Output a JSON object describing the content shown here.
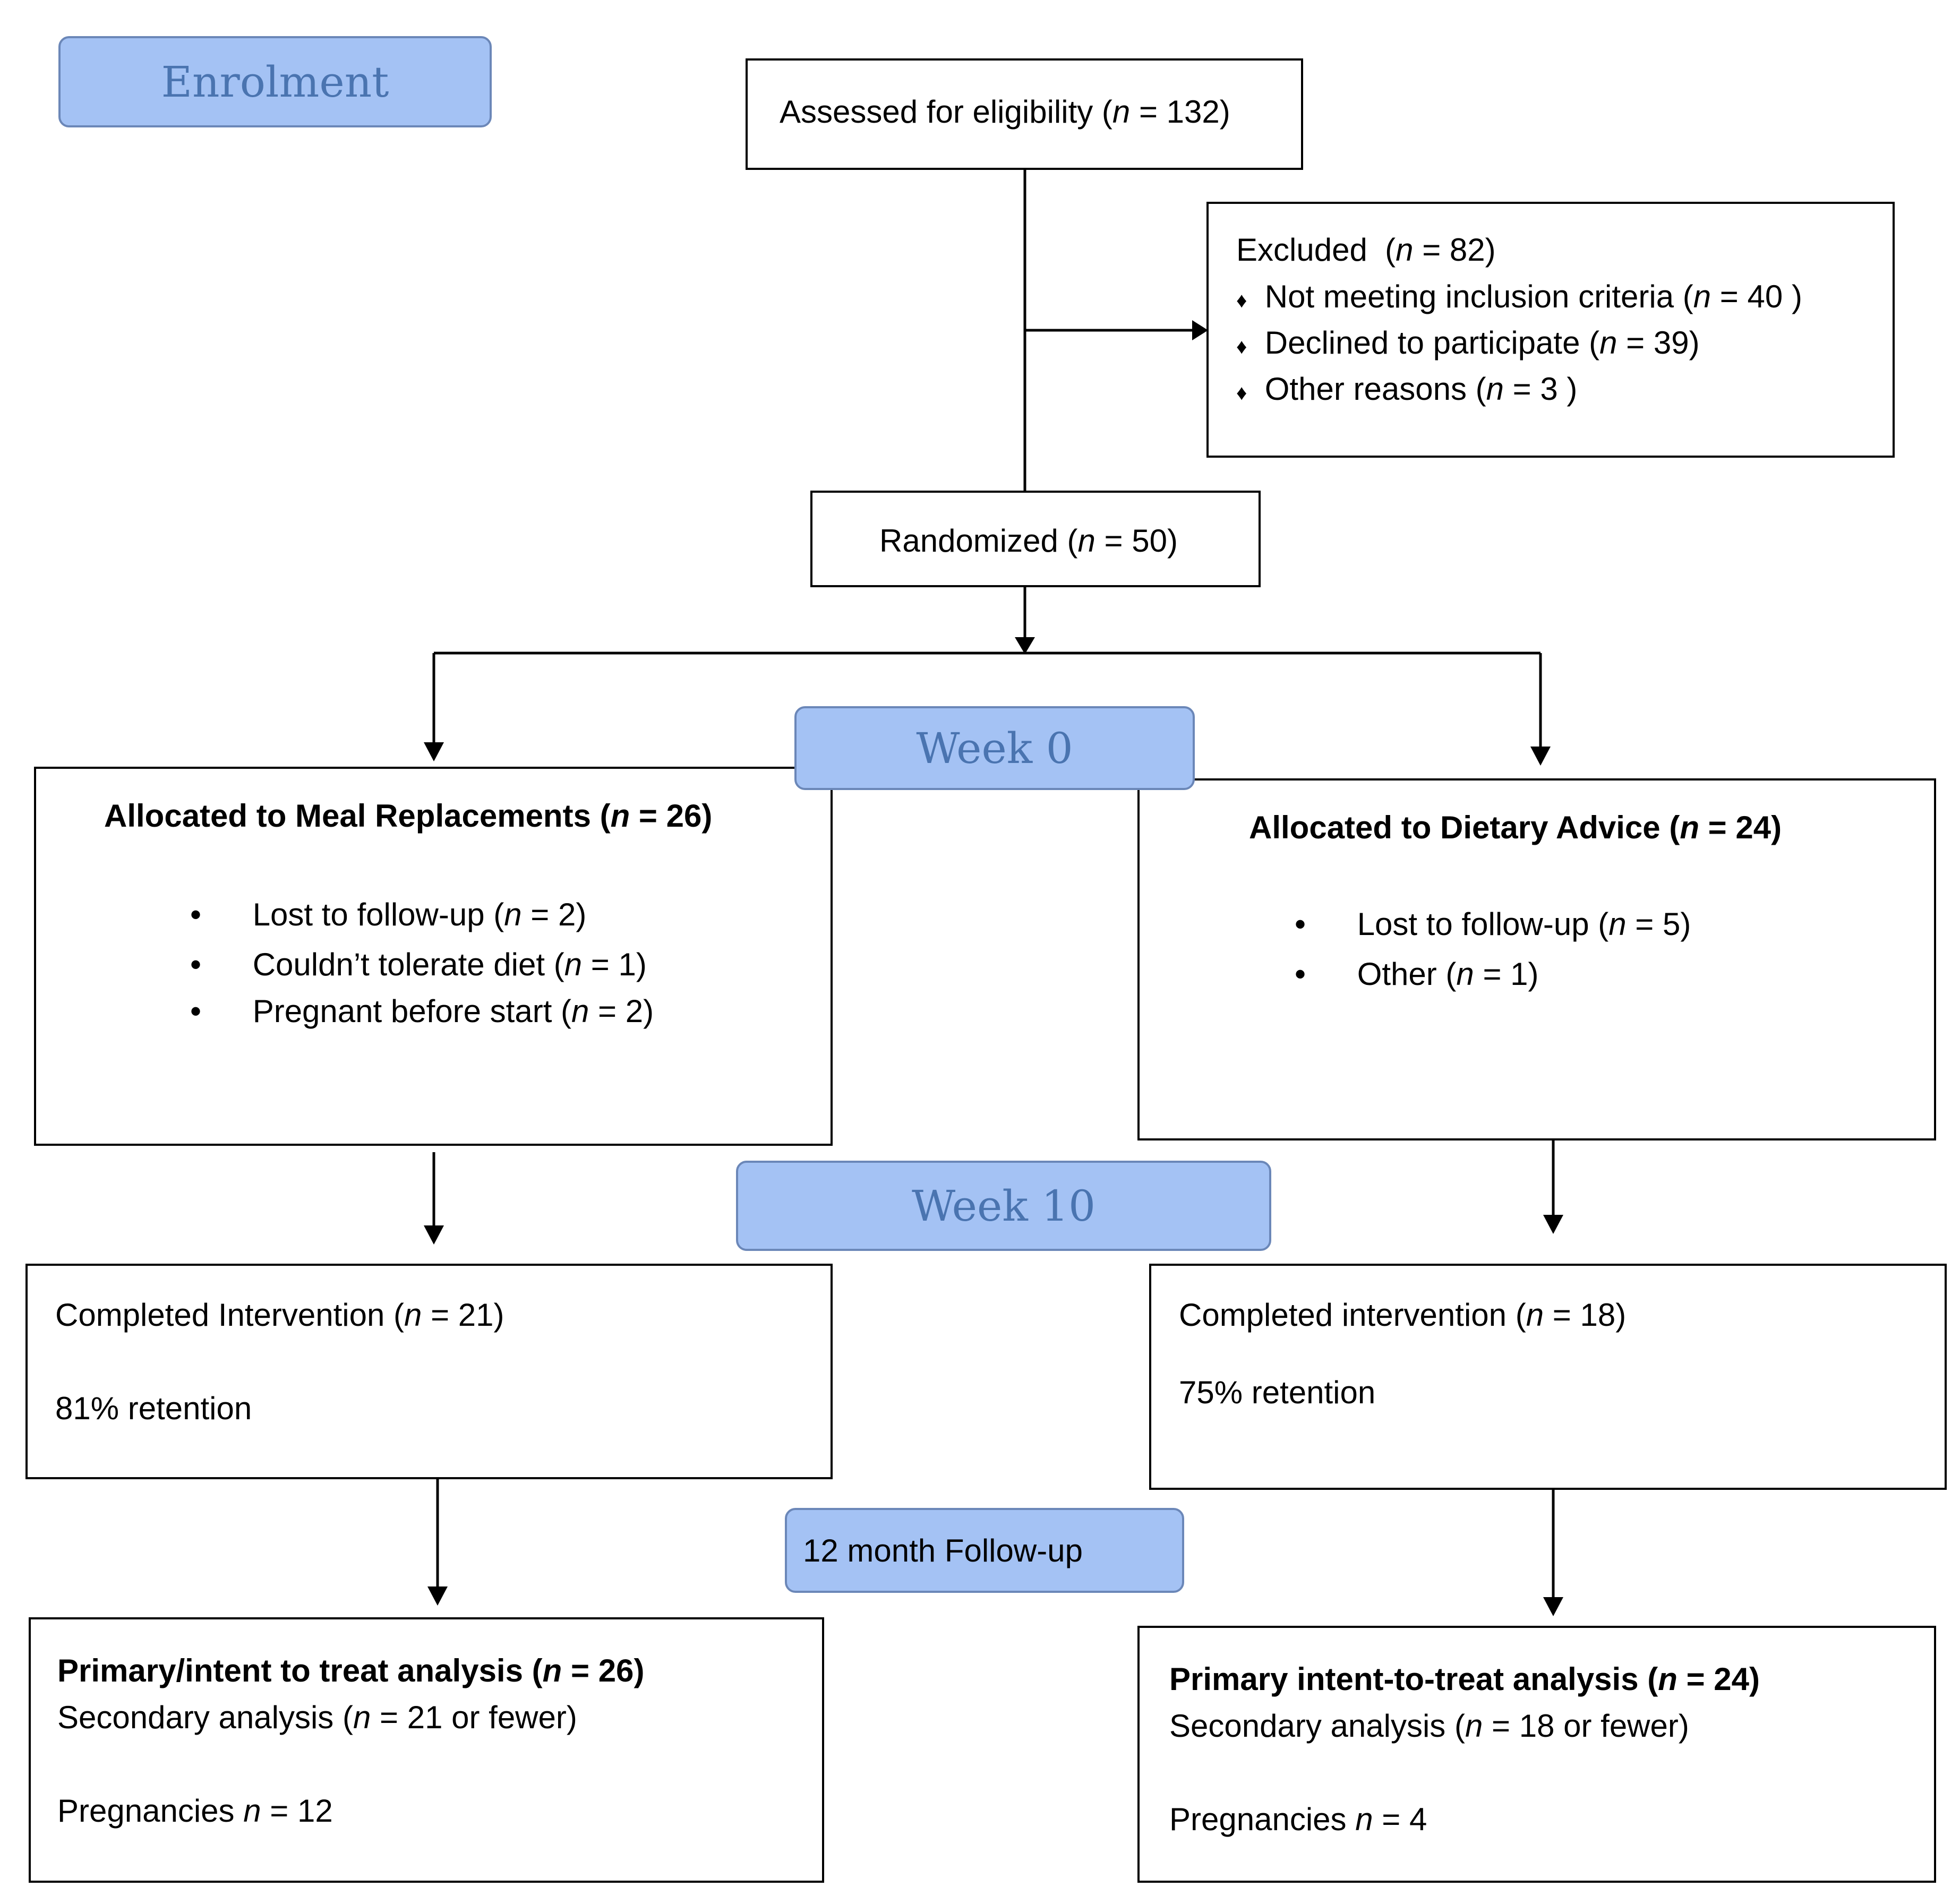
{
  "stages": {
    "enrolment": "Enrolment",
    "week0": "Week 0",
    "week10": "Week 10",
    "followup": "12 month Follow-up"
  },
  "assessed": {
    "text": "Assessed for eligibility",
    "n": "132"
  },
  "excluded": {
    "title": "Excluded",
    "n": "82",
    "items": [
      {
        "text": "Not meeting inclusion criteria",
        "n": "40"
      },
      {
        "text": "Declined to participate",
        "n": "39"
      },
      {
        "text": "Other reasons",
        "n": "3"
      }
    ]
  },
  "randomized": {
    "text": "Randomized",
    "n": "50"
  },
  "meal": {
    "title": "Allocated to Meal Replacements",
    "n": "26",
    "items": [
      {
        "text": "Lost to follow-up",
        "n": "2"
      },
      {
        "text": "Couldn’t tolerate diet",
        "n": "1"
      },
      {
        "text": "Pregnant before start",
        "n": "2"
      }
    ],
    "completed": {
      "text": "Completed Intervention",
      "n": "21"
    },
    "retention": "81% retention",
    "primary": {
      "text": "Primary/intent to treat analysis",
      "n": "26"
    },
    "secondary": {
      "text": "Secondary analysis",
      "n": "21 or fewer"
    },
    "pregnancies": {
      "text": "Pregnancies",
      "n": "12"
    }
  },
  "dietary": {
    "title": "Allocated to Dietary Advice",
    "n": "24",
    "items": [
      {
        "text": "Lost to follow-up",
        "n": "5"
      },
      {
        "text": "Other",
        "n": "1"
      }
    ],
    "completed": {
      "text": "Completed intervention",
      "n": "18"
    },
    "retention": "75% retention",
    "primary": {
      "text": "Primary intent-to-treat analysis",
      "n": "24"
    },
    "secondary": {
      "text": "Secondary analysis",
      "n": "18 or fewer"
    },
    "pregnancies": {
      "text": "Pregnancies",
      "n": "4"
    }
  }
}
